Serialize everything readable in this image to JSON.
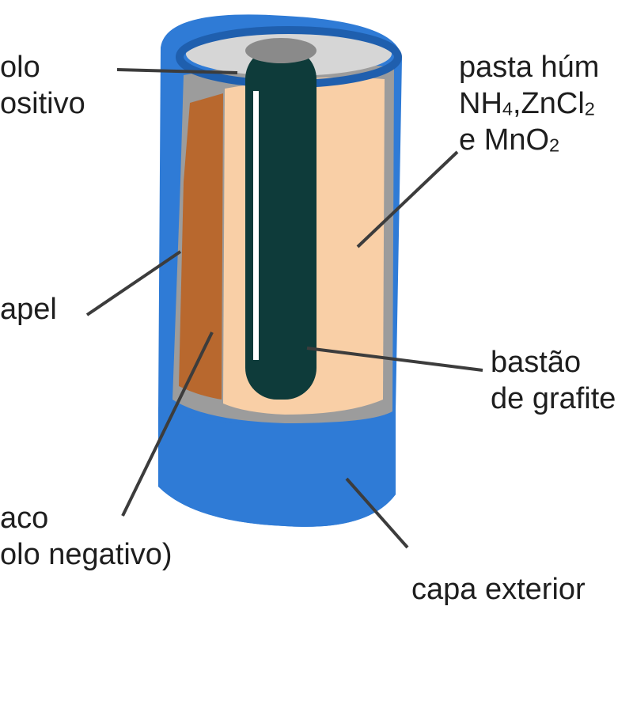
{
  "labels": {
    "positive_pole": [
      "olo",
      "ositivo"
    ],
    "moist_paste": {
      "line1": "pasta húm",
      "line2_parts": [
        "NH",
        "4",
        ",ZnCl",
        "2"
      ],
      "line3_parts": [
        "e MnO",
        "2"
      ]
    },
    "paper": "apel",
    "graphite_rod": [
      "bastão",
      "de grafite"
    ],
    "zinc_can": [
      "aco",
      "olo negativo)"
    ],
    "outer_casing": "capa exterior"
  },
  "colors": {
    "casing": "#2f7bd6",
    "casing_dark": "#1f5fae",
    "paste": "#f9cfa6",
    "paper": "#b8682e",
    "zinc": "#9c9c9c",
    "graphite": "#0e3b3a",
    "cap": "#d6d6d6",
    "leader": "#3c3c3c"
  }
}
